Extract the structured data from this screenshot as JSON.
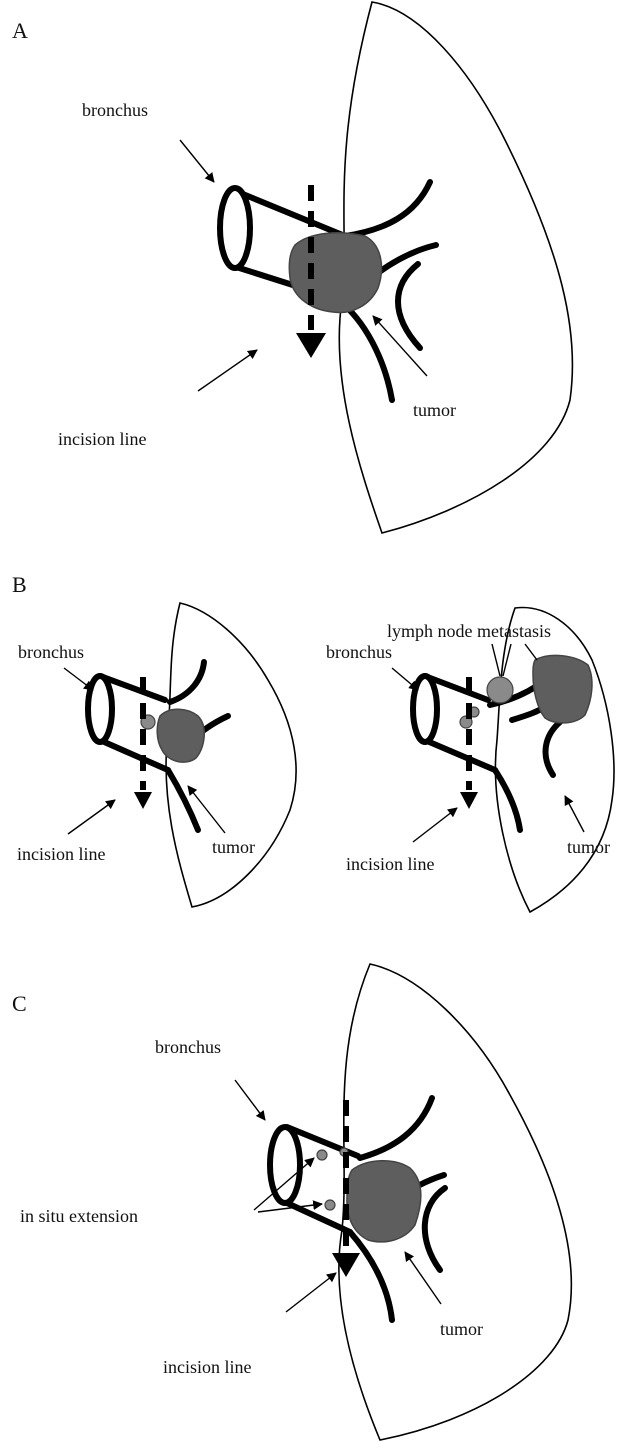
{
  "panels": {
    "a": {
      "letter": "A",
      "bronchus": "bronchus",
      "tumor": "tumor",
      "incision": "incision line"
    },
    "b": {
      "letter": "B",
      "left": {
        "bronchus": "bronchus",
        "tumor": "tumor",
        "incision": "incision line"
      },
      "right": {
        "bronchus": "bronchus",
        "metastasis": "lymph node metastasis",
        "tumor": "tumor",
        "incision": "incision line"
      }
    },
    "c": {
      "letter": "C",
      "bronchus": "bronchus",
      "extension": "in situ extension",
      "tumor": "tumor",
      "incision": "incision line"
    }
  },
  "colors": {
    "tumor": "#5e5e5e",
    "node": "#8a8a8a",
    "line": "#000000"
  }
}
